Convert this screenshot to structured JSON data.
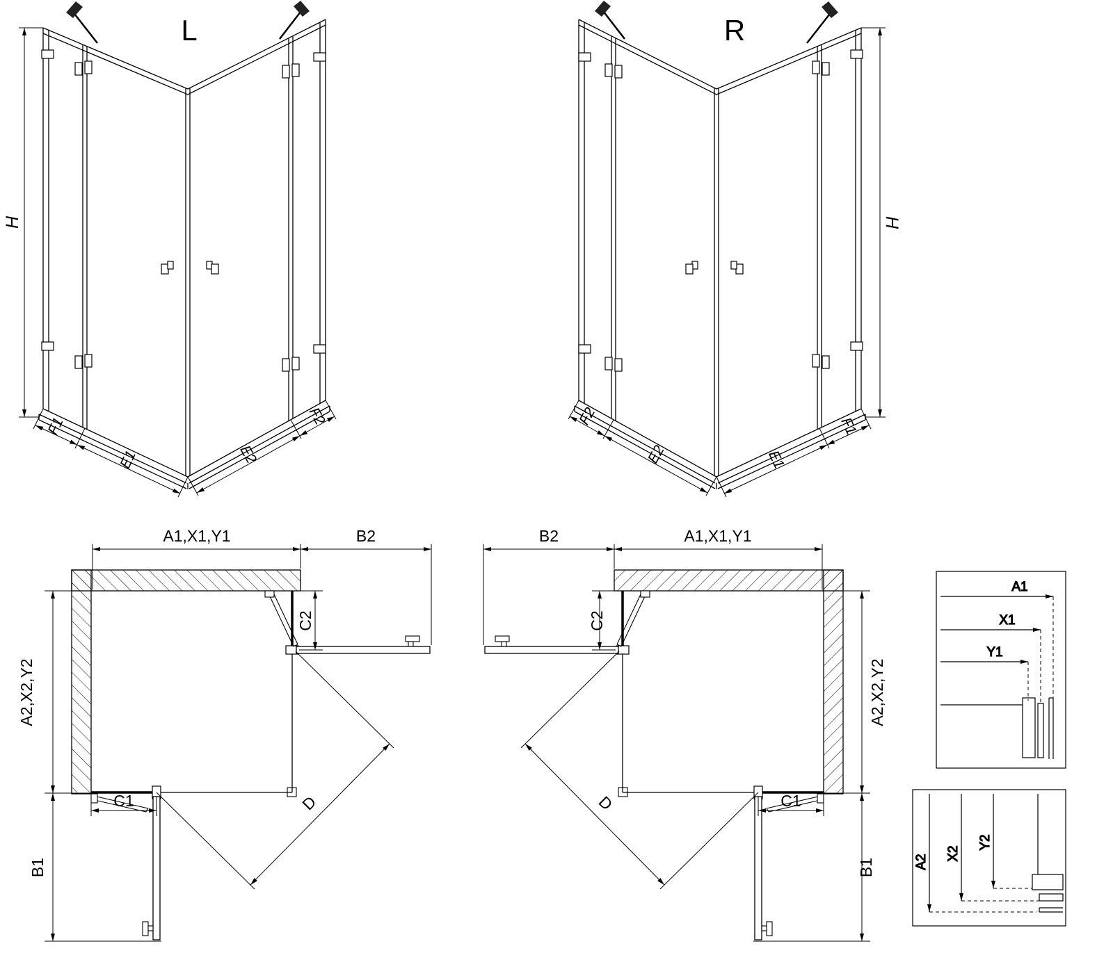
{
  "colors": {
    "line": "#000000",
    "background": "#ffffff"
  },
  "perspective_left": {
    "title": "L",
    "dim_h": "H",
    "dim_f1": "F1",
    "dim_e1": "E1",
    "dim_e2": "E2",
    "dim_f2": "F2"
  },
  "perspective_right": {
    "title": "R",
    "dim_h": "H",
    "dim_f1": "F1",
    "dim_e1": "E1",
    "dim_e2": "E2",
    "dim_f2": "F2"
  },
  "plan_left": {
    "dim_a1": "A1,X1,Y1",
    "dim_b2": "B2",
    "dim_c2": "C2",
    "dim_a2": "A2,X2,Y2",
    "dim_c1": "C1",
    "dim_b1": "B1",
    "dim_d": "D"
  },
  "plan_right": {
    "dim_a1": "A1,X1,Y1",
    "dim_b2": "B2",
    "dim_c2": "C2",
    "dim_a2": "A2,X2,Y2",
    "dim_c1": "C1",
    "dim_b1": "B1",
    "dim_d": "D"
  },
  "detail_width": {
    "labels": [
      "A1",
      "X1",
      "Y1"
    ]
  },
  "detail_depth": {
    "labels": [
      "A2",
      "X2",
      "Y2"
    ]
  }
}
